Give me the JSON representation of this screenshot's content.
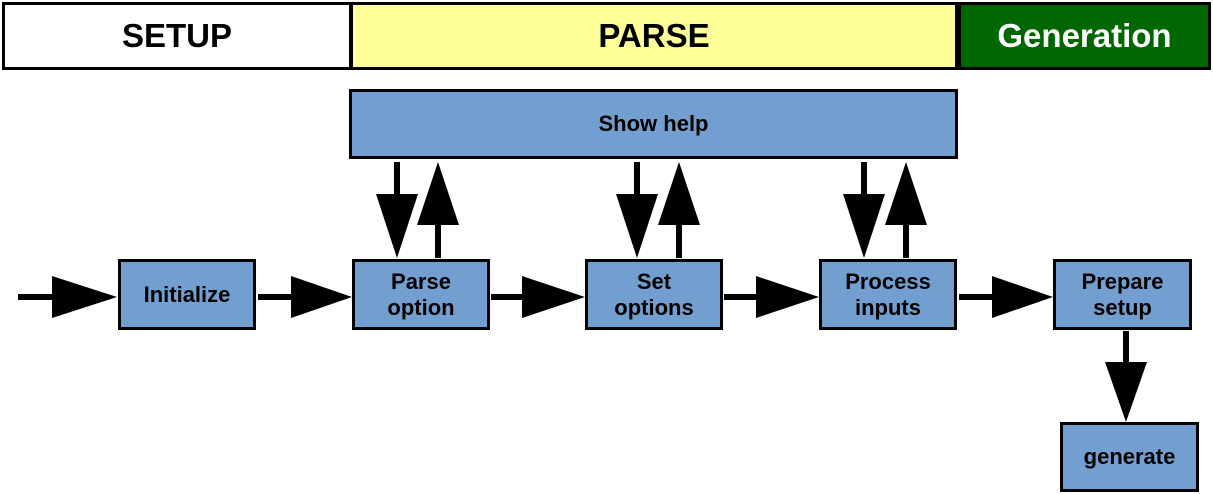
{
  "phases": {
    "setup": {
      "label": "SETUP",
      "fill": "#ffffff",
      "text_color": "#000000"
    },
    "parse": {
      "label": "PARSE",
      "fill": "#ffff99",
      "text_color": "#000000"
    },
    "generation": {
      "label": "Generation",
      "fill": "#006600",
      "text_color": "#ffffff"
    }
  },
  "nodes": {
    "show_help": "Show help",
    "initialize": "Initialize",
    "parse_option": "Parse\noption",
    "set_options": "Set\noptions",
    "process_inputs": "Process\ninputs",
    "prepare_setup": "Prepare\nsetup",
    "generate": "generate"
  },
  "colors": {
    "node_fill": "#729fcf",
    "border": "#000000",
    "arrow": "#000000"
  }
}
